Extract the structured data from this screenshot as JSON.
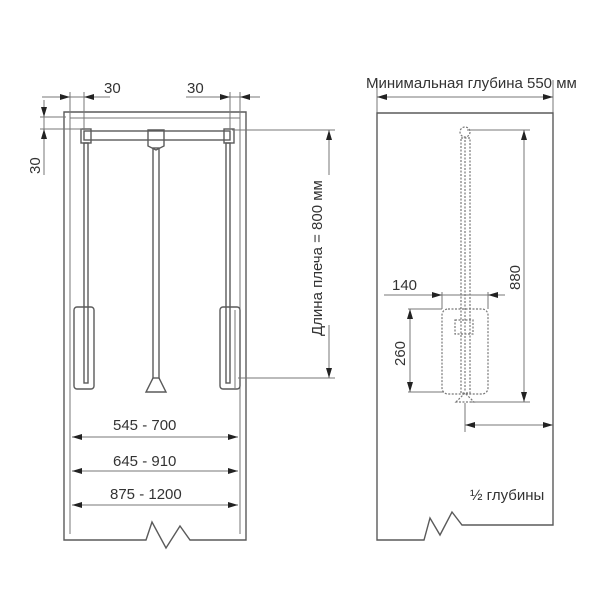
{
  "left_view": {
    "dim_left_gap": "30",
    "dim_right_gap": "30",
    "dim_top_gap": "30",
    "arm_length": "Длина плеча = 800 мм",
    "width_range_1": "545 - 700",
    "width_range_2": "645 - 910",
    "width_range_3": "875 - 1200"
  },
  "right_view": {
    "min_depth": "Минимальная глубина 550 мм",
    "height_880": "880",
    "width_140": "140",
    "height_260": "260",
    "half_depth": "½ глубины"
  }
}
